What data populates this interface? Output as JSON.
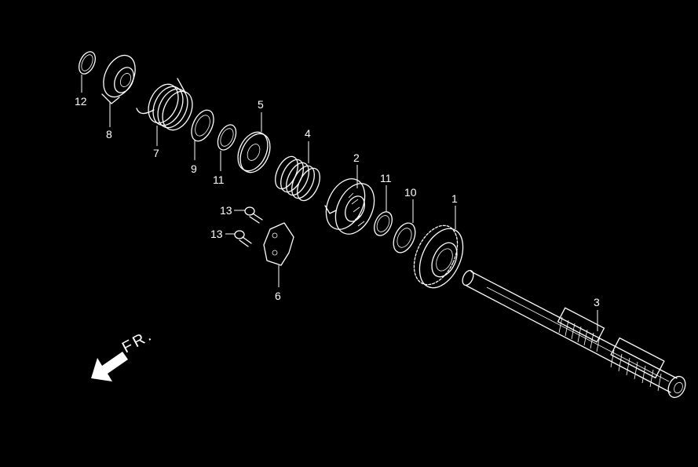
{
  "direction_label": "FR.",
  "callouts": {
    "c1": "1",
    "c2": "2",
    "c3": "3",
    "c4": "4",
    "c5": "5",
    "c6": "6",
    "c7": "7",
    "c8": "8",
    "c9": "9",
    "c10": "10",
    "c11a": "11",
    "c11b": "11",
    "c12": "12",
    "c13a": "13",
    "c13b": "13"
  },
  "colors": {
    "background": "#000000",
    "line": "#ffffff"
  }
}
